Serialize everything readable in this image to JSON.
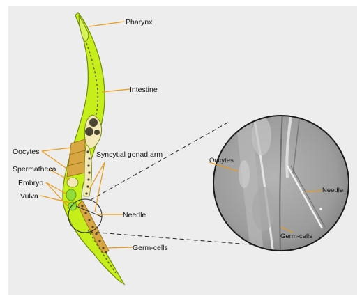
{
  "labels": {
    "pharynx": "Pharynx",
    "intestine": "Intestine",
    "oocytes": "Oocytes",
    "spermatheca": "Spermatheca",
    "embryo": "Embryo",
    "vulva": "Vulva",
    "syncytial_gonad_arm": "Syncytial gonad arm",
    "needle": "Needle",
    "germ_cells": "Germ-cells"
  },
  "inset_labels": {
    "oocytes": "Oocytes",
    "needle": "Needle",
    "germ_cells": "Germ-cells"
  },
  "colors": {
    "worm_body": "#c6ee1a",
    "worm_outline": "#6f8a10",
    "gonad": "#f3e9b8",
    "oocytes": "#d9a742",
    "germ_cell_dots": "#4a4533",
    "embryo": "#8fdc3a",
    "leader_line": "#e89a1a",
    "inset_gray": "#9a9a9a"
  }
}
